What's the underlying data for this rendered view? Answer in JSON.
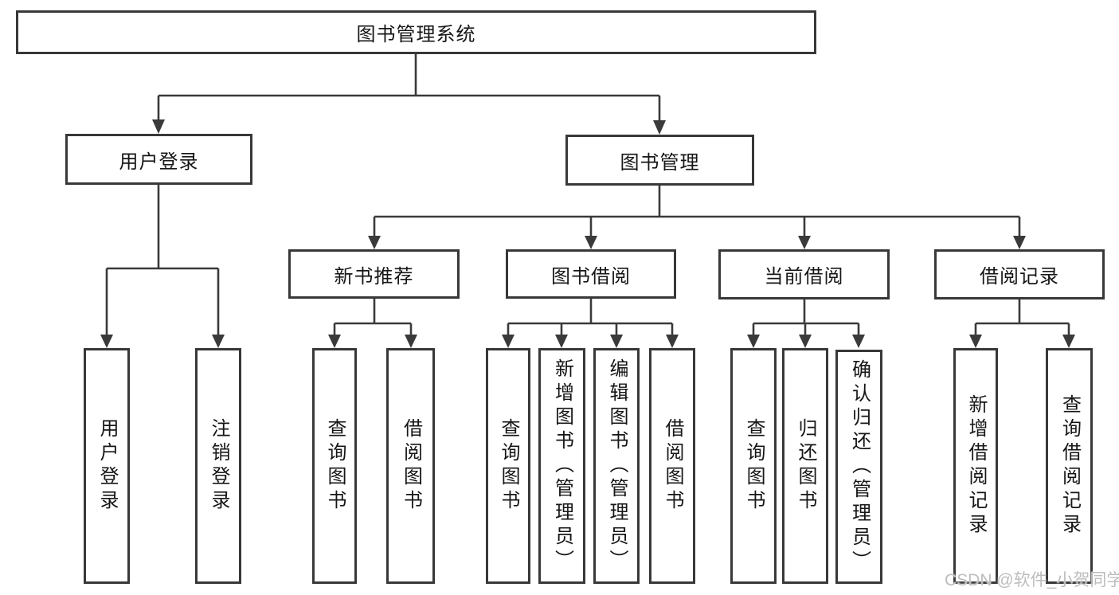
{
  "diagram": {
    "root": {
      "label": "图书管理系统"
    },
    "level2": [
      {
        "label": "用户登录"
      },
      {
        "label": "图书管理"
      }
    ],
    "level3": [
      {
        "label": "新书推荐"
      },
      {
        "label": "图书借阅"
      },
      {
        "label": "当前借阅"
      },
      {
        "label": "借阅记录"
      }
    ],
    "leaves": {
      "user_login": [
        "用户登录",
        "注销登录"
      ],
      "new_book_recommend": [
        "查询图书",
        "借阅图书"
      ],
      "book_borrow": [
        "查询图书",
        "新增图书（管理员）",
        "编辑图书（管理员）",
        "借阅图书"
      ],
      "current_borrow": [
        "查询图书",
        "归还图书",
        "确认归还（管理员）"
      ],
      "borrow_records": [
        "新增借阅记录",
        "查询借阅记录"
      ]
    }
  },
  "watermark": {
    "text": "CSDN @软件_小贺同学"
  },
  "colors": {
    "line": "#3a3a3a",
    "box_border": "#383838",
    "text": "#161616",
    "background": "#ffffff",
    "watermark": "#bdbdbd"
  }
}
